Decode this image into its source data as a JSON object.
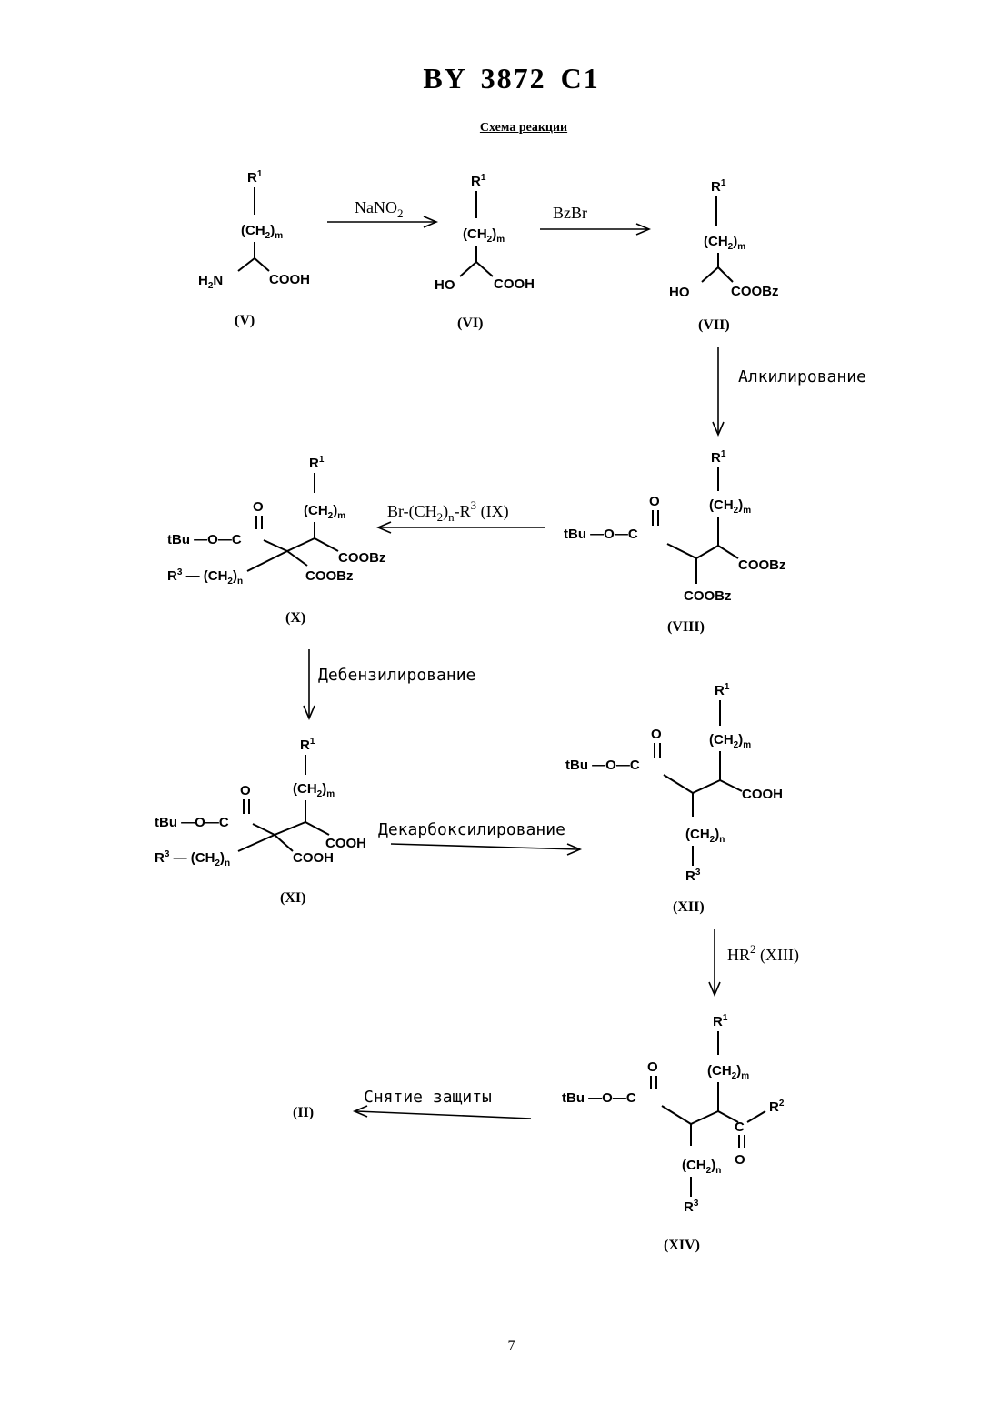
{
  "header": {
    "title": "BY 3872 C1"
  },
  "scheme": {
    "title": "Схема реакции"
  },
  "compounds": {
    "V": "(V)",
    "VI": "(VI)",
    "VII": "(VII)",
    "VIII": "(VIII)",
    "X": "(X)",
    "XI": "(XI)",
    "XII": "(XII)",
    "XIV": "(XIV)",
    "II": "(II)"
  },
  "groups": {
    "R": "R",
    "sup1": "1",
    "sup2": "2",
    "sup3": "3",
    "ch2_open": "(CH",
    "ch2_sub": "2",
    "ch2_close": ")",
    "m": "m",
    "n": "n",
    "H2N_H": "H",
    "H2N_N": "N",
    "HO": "HO",
    "COOH": "COOH",
    "COOBz": "COOBz",
    "tBu": "tBu",
    "O": "O",
    "C": "C",
    "dash": "—"
  },
  "reagents": {
    "nano2_a": "NaNO",
    "nano2_sub": "2",
    "bzbr": "BzBr",
    "alkylation": "Алкилирование",
    "br_reagent_a": "Br-(CH",
    "br_reagent_sub2": "2",
    "br_reagent_b": ")",
    "br_reagent_n": "n",
    "br_reagent_c": "-R",
    "br_reagent_sup3": "3",
    "br_reagent_ix": "(IX)",
    "debenzylation": "Дебензилирование",
    "decarboxylation": "Декарбоксилирование",
    "hr2_a": "HR",
    "hr2_sup": "2",
    "hr2_xiii": "(XIII)",
    "deprotection": "Снятие защиты"
  },
  "footer": {
    "page_number": "7"
  }
}
